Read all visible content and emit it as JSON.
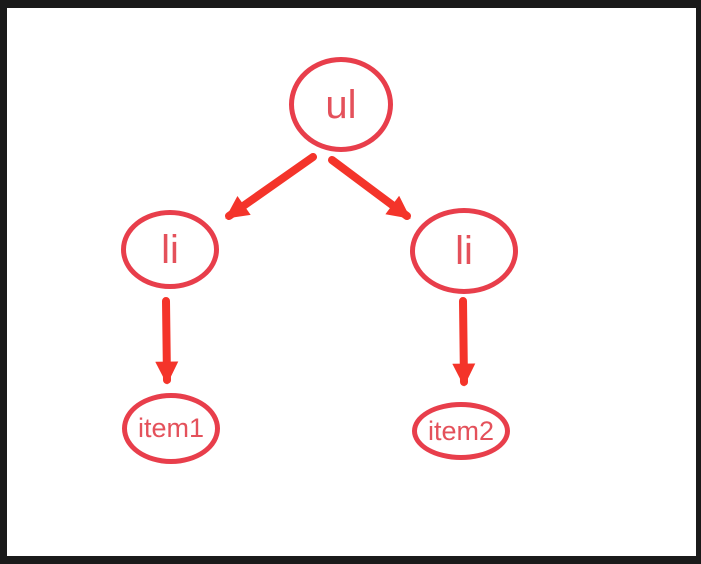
{
  "diagram": {
    "type": "tree",
    "nodes": [
      {
        "id": "ul",
        "label": "ul"
      },
      {
        "id": "li_left",
        "label": "li"
      },
      {
        "id": "li_right",
        "label": "li"
      },
      {
        "id": "item1",
        "label": "item1"
      },
      {
        "id": "item2",
        "label": "item2"
      }
    ],
    "edges": [
      {
        "from": "ul",
        "to": "li_left"
      },
      {
        "from": "ul",
        "to": "li_right"
      },
      {
        "from": "li_left",
        "to": "item1"
      },
      {
        "from": "li_right",
        "to": "item2"
      }
    ],
    "colors": {
      "frame_bg": "#1a1a1a",
      "canvas_bg": "#ffffff",
      "node_stroke": "#e83e4b",
      "node_text": "#e4515b",
      "arrow": "#f4342a"
    }
  }
}
